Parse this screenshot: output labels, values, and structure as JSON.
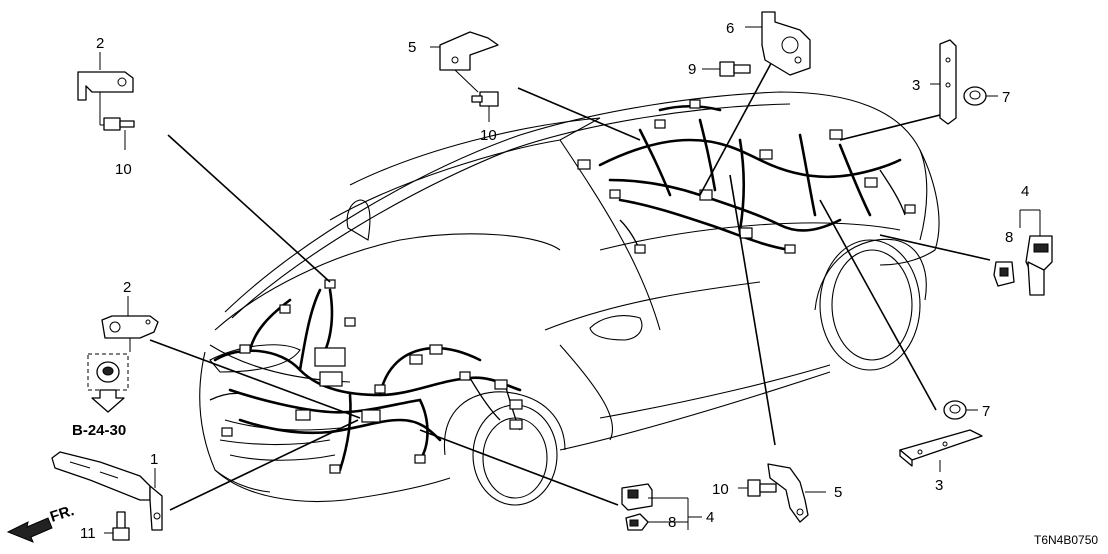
{
  "callouts": {
    "c1": "1",
    "c2_top": "2",
    "c2_mid": "2",
    "c3_top": "3",
    "c3_bottom": "3",
    "c4_right": "4",
    "c4_bottom": "4",
    "c5_top": "5",
    "c5_bottom": "5",
    "c6": "6",
    "c7_top": "7",
    "c7_bottom": "7",
    "c8_right": "8",
    "c8_bottom": "8",
    "c9": "9",
    "c10_left": "10",
    "c10_mid": "10",
    "c10_bottom": "10",
    "c11": "11"
  },
  "reference": "B-24-30",
  "front_marker": "FR.",
  "diagram_code": "T6N4B0750"
}
